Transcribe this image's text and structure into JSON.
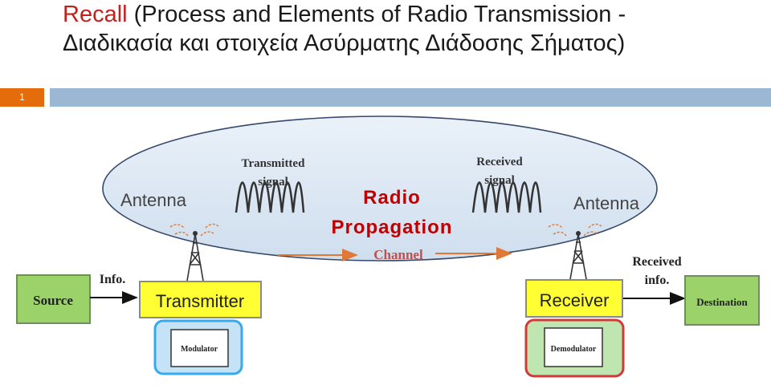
{
  "slide": {
    "title_highlight": "Recall",
    "title_line1_rest": " (Process and Elements of Radio Transmission -",
    "title_line2": "Διαδικασία και στοιχεία Ασύρματης Διάδοσης Σήματος)",
    "number": "1"
  },
  "diagram": {
    "transmitted_signal": [
      "Transmitted",
      "signal"
    ],
    "received_signal": [
      "Received",
      "signal"
    ],
    "antenna_left": "Antenna",
    "antenna_right": "Antenna",
    "propagation": [
      "Radio",
      "Propagation"
    ],
    "channel": "Channel",
    "info_label": "Info.",
    "received_info": [
      "Received",
      "info."
    ],
    "source": "Source",
    "transmitter": "Transmitter",
    "modulator": "Modulator",
    "receiver": "Receiver",
    "demodulator": "Demodulator",
    "destination": "Destination"
  },
  "colors": {
    "title_accent": "#c0231e",
    "slide_number_bg": "#e46c0a",
    "title_bar": "#9bb7d4",
    "ellipse_fill": "#dbe7f3",
    "green_box": "#9bd36a",
    "yellow_box": "#ffff33",
    "propagation_text": "#c00000",
    "channel_text": "#c0504d"
  }
}
